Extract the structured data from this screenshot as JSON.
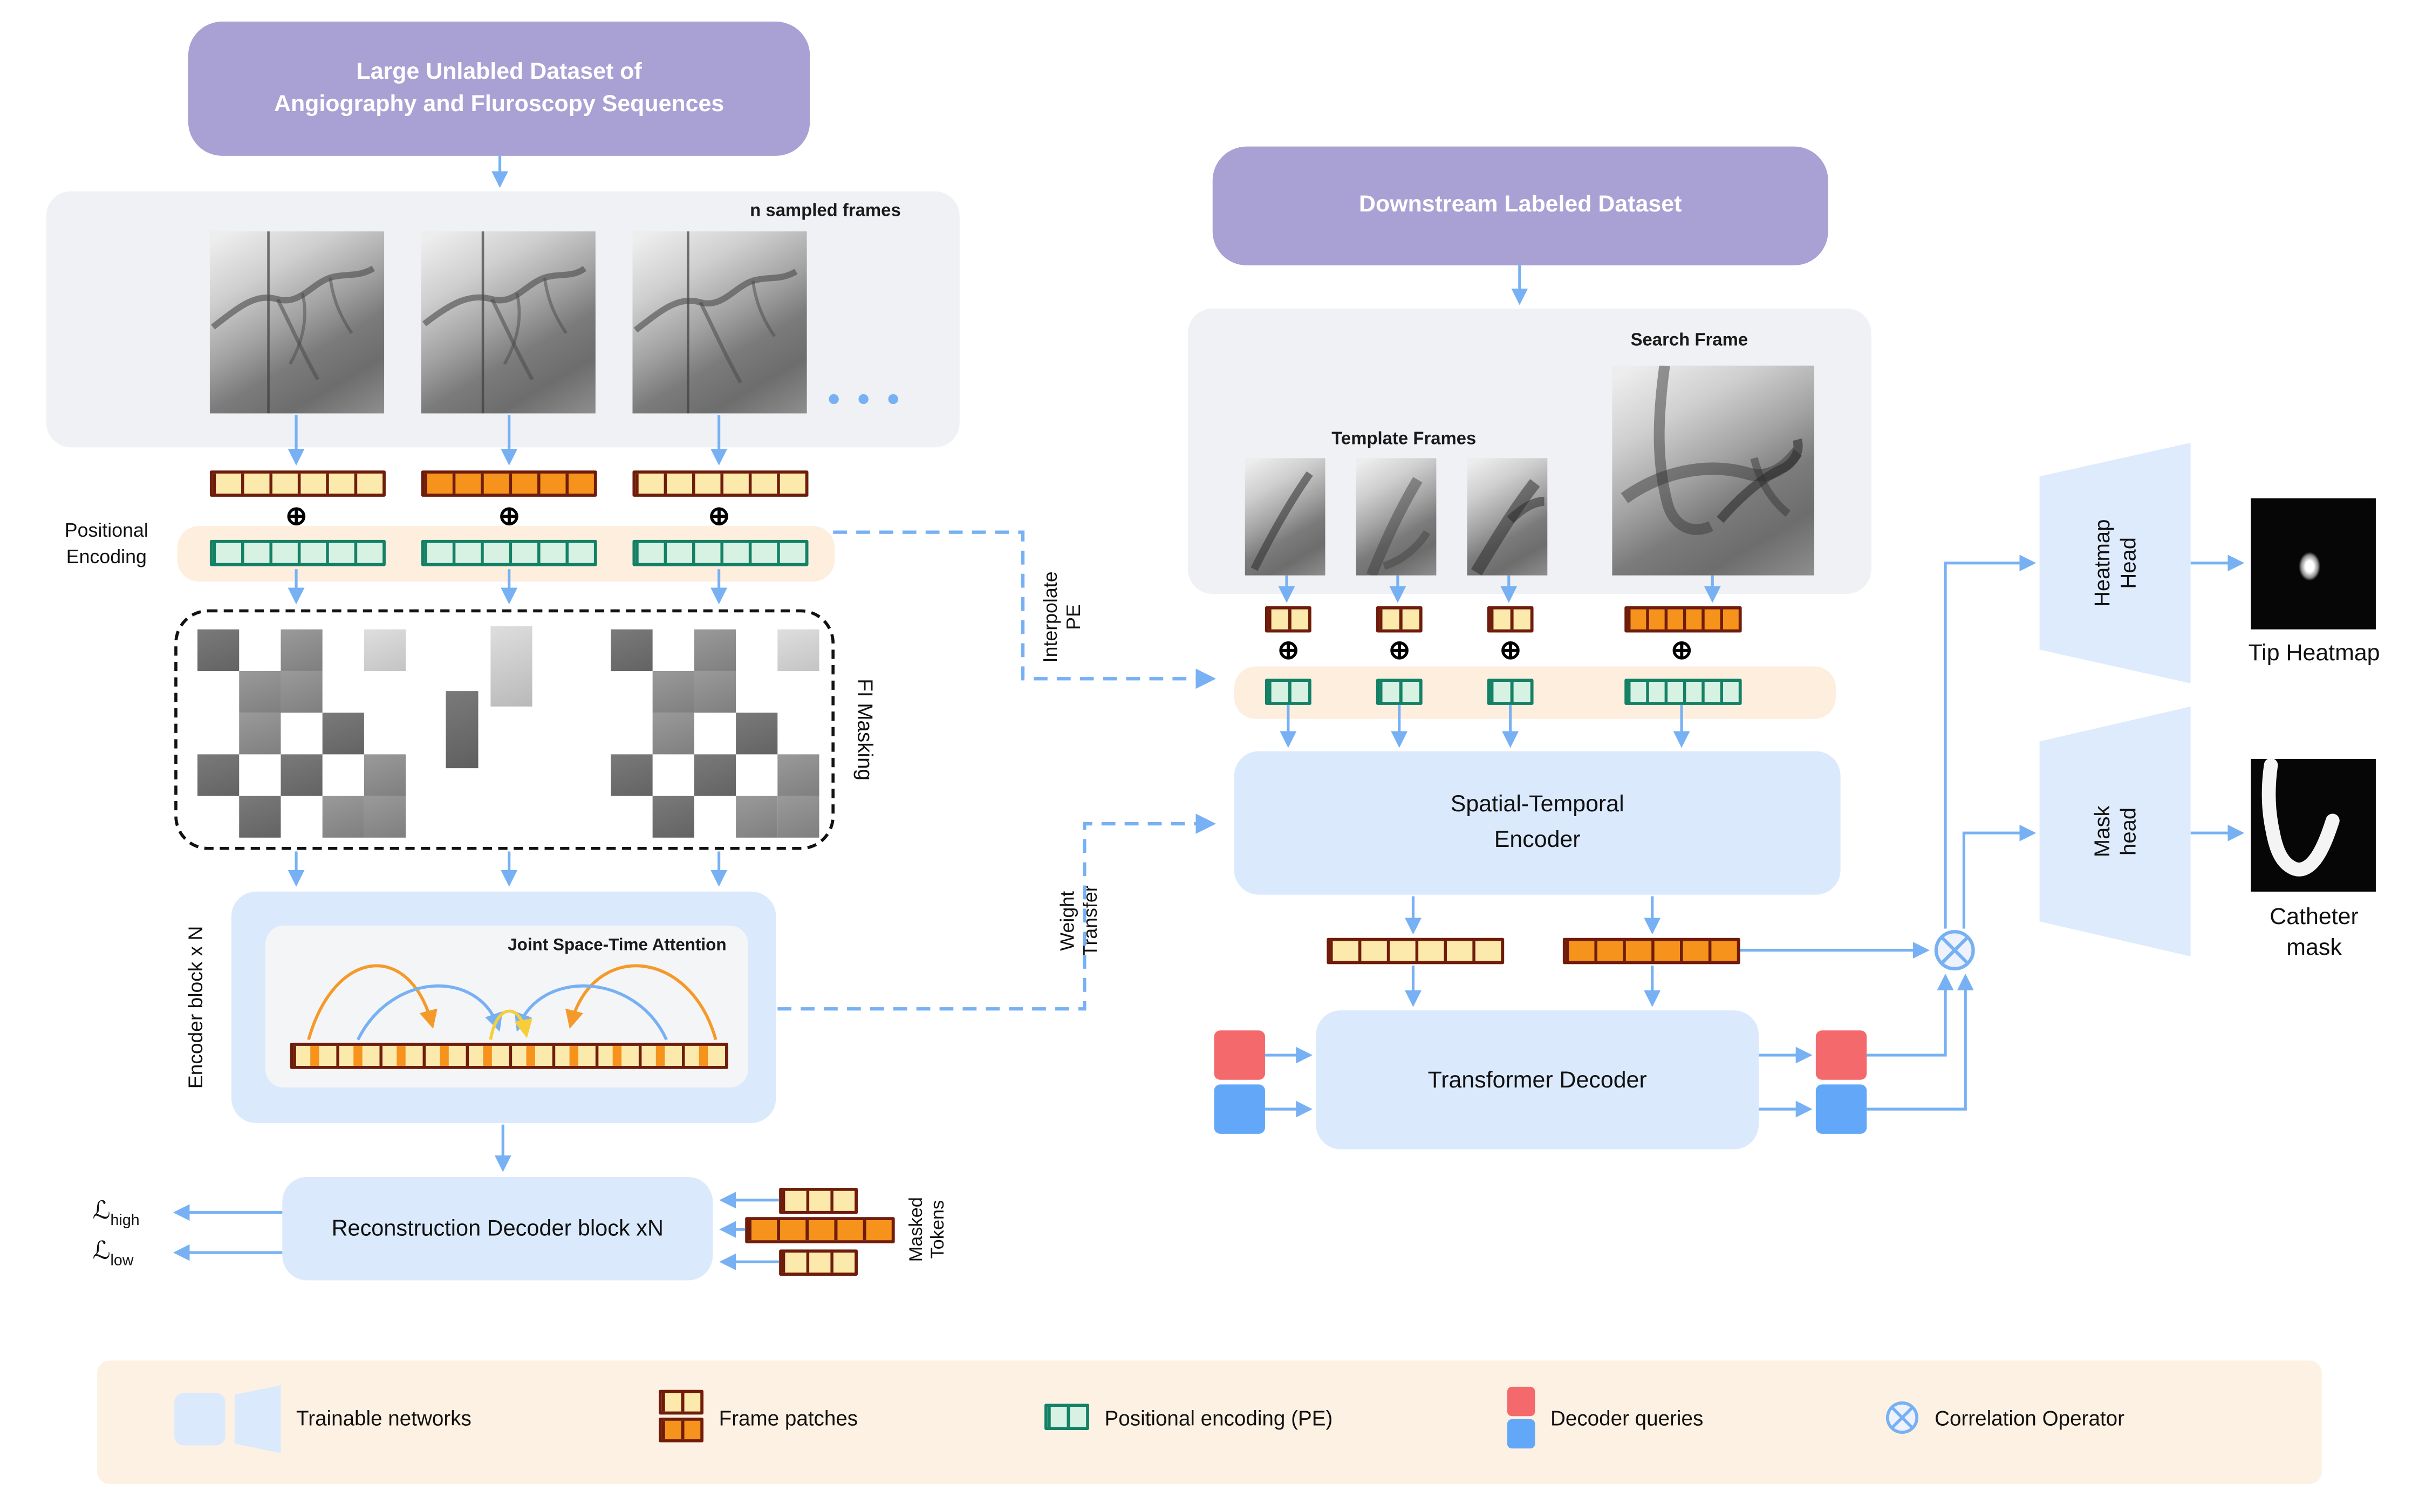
{
  "symbols": {
    "oplus": "⊕",
    "ellipsis": "● ● ●"
  },
  "colors": {
    "purple_box": "#a9a0d4",
    "panel_gray": "#eff1f4",
    "network_blue": "#dbe9fc",
    "token_yellow": "#fce9ac",
    "token_orange": "#f6931d",
    "token_border": "#6f1c0b",
    "pe_green": "#d7f2e3",
    "pe_border": "#148066",
    "peach": "#fdeedd",
    "arrow_blue": "#77b1f4",
    "query_red": "#f4696b",
    "query_blue": "#63a8f8",
    "legend_band": "#fdf1e3"
  },
  "pretraining": {
    "dataset_line1": "Large Unlabled Dataset of",
    "dataset_line2": "Angiography and Fluroscopy Sequences",
    "sampled_frames_label": "n sampled frames",
    "positional_line1": "Positional",
    "positional_line2": "Encoding",
    "fi_masking_label": "FI Masking",
    "fi_masking": {
      "pattern": [
        "1 0 2 0 3",
        "0 2 2 0 0",
        "0 2 0 1 0",
        "1 0 1 0 2",
        "0 1 0 2 2"
      ]
    },
    "encoder_block_label": "Encoder block x N",
    "attention_label": "Joint Space-Time Attention",
    "reconstruction_label": "Reconstruction Decoder block xN",
    "loss_high": {
      "symbol": "ℒ",
      "sub": "high"
    },
    "loss_low": {
      "symbol": "ℒ",
      "sub": "low"
    },
    "masked_line1": "Masked",
    "masked_line2": "Tokens"
  },
  "downstream": {
    "dataset_label": "Downstream Labeled Dataset",
    "search_frame_label": "Search Frame",
    "template_frames_label": "Template Frames",
    "interpolate_line1": "Interpolate",
    "interpolate_line2": "PE",
    "st_encoder_line1": "Spatial-Temporal",
    "st_encoder_line2": "Encoder",
    "weight_line1": "Weight",
    "weight_line2": "Transfer",
    "transformer_decoder_label": "Transformer Decoder",
    "heatmap_head_line1": "Heatmap",
    "heatmap_head_line2": "Head",
    "mask_head_line1": "Mask",
    "mask_head_line2": "head",
    "tip_heatmap_label": "Tip Heatmap",
    "catheter_line1": "Catheter",
    "catheter_line2": "mask"
  },
  "legend": {
    "items": [
      {
        "icon": "trainable-networks-icon",
        "label": "Trainable networks"
      },
      {
        "icon": "frame-patches-icon",
        "label": "Frame patches"
      },
      {
        "icon": "positional-encoding-icon",
        "label": "Positional encoding (PE)"
      },
      {
        "icon": "decoder-queries-icon",
        "label": "Decoder queries"
      },
      {
        "icon": "correlation-operator-icon",
        "label": "Correlation Operator"
      }
    ]
  }
}
